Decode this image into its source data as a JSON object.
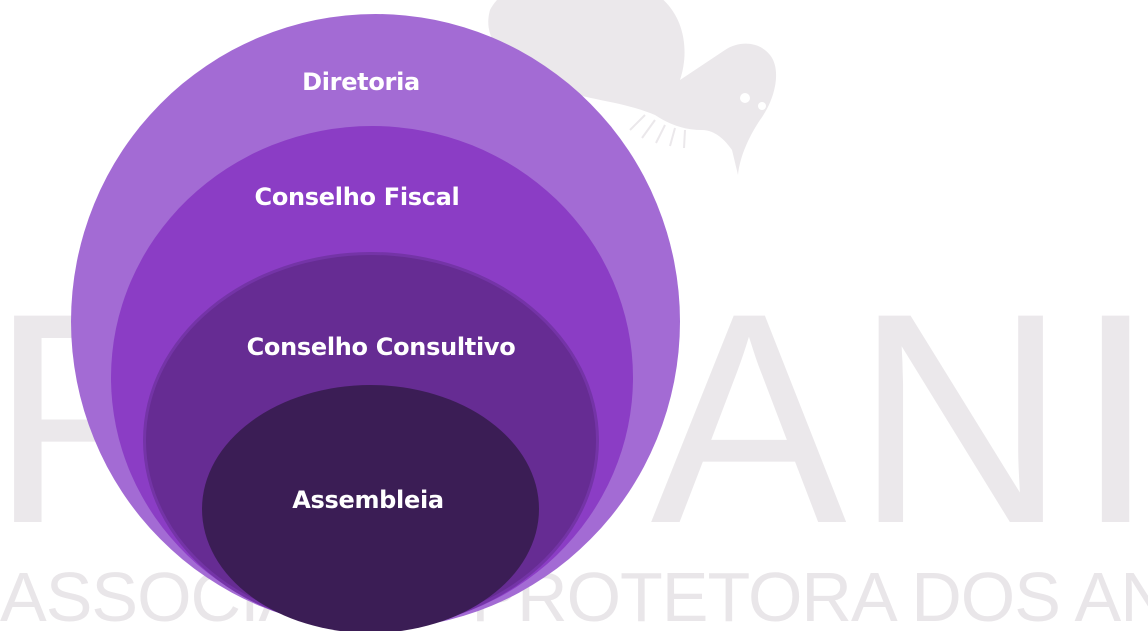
{
  "background": {
    "watermark_big": "PROANIMA",
    "watermark_sub": "ASSOCIAÇÃO PROTETORA DOS ANIMAIS DO DF"
  },
  "diagram": {
    "levels": [
      {
        "label": "Diretoria",
        "color": "#a36bd4"
      },
      {
        "label": "Conselho Fiscal",
        "color": "#8b3dc5"
      },
      {
        "label": "Conselho Consultivo",
        "color": "#662c93"
      },
      {
        "label": "Assembleia",
        "color": "#3b1d55"
      }
    ]
  }
}
